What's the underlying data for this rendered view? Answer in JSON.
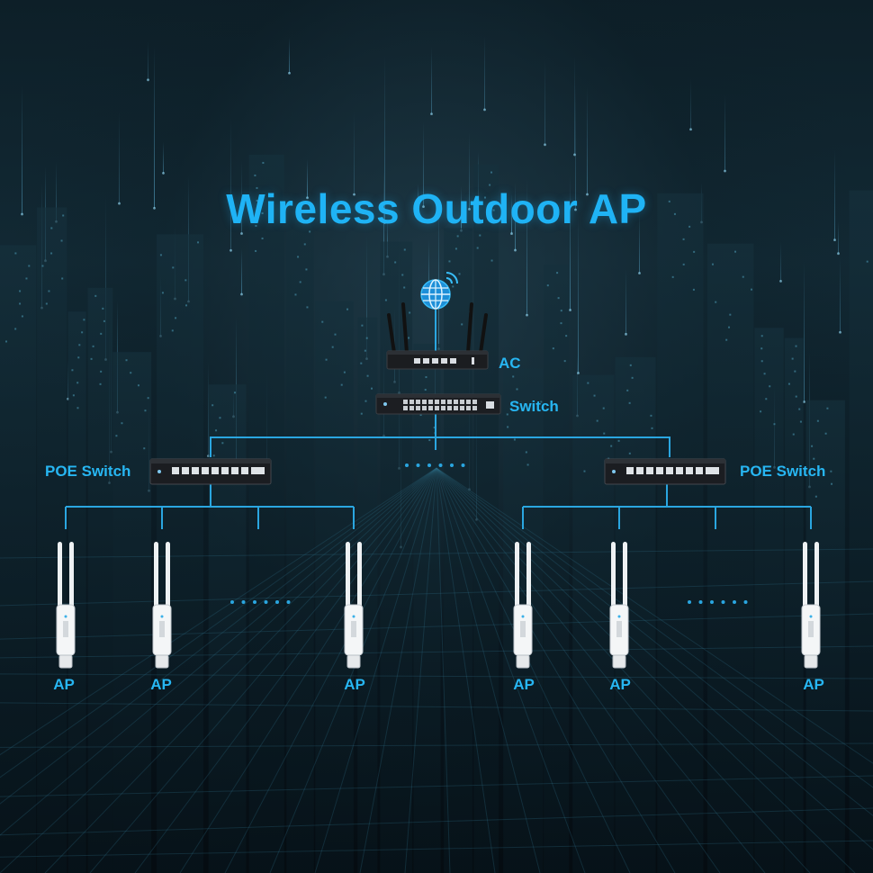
{
  "title": "Wireless Outdoor AP",
  "nodes": {
    "ac": "AC",
    "switch": "Switch",
    "poe_left": "POE Switch",
    "poe_right": "POE Switch",
    "ap": "AP"
  },
  "colors": {
    "accent": "#1fb3f5",
    "line": "#2aa6e0",
    "background": "#0b1820"
  },
  "icons": [
    "globe-wifi-icon",
    "ac-router-icon",
    "core-switch-icon",
    "poe-switch-icon",
    "outdoor-ap-icon",
    "ellipsis-icon"
  ]
}
